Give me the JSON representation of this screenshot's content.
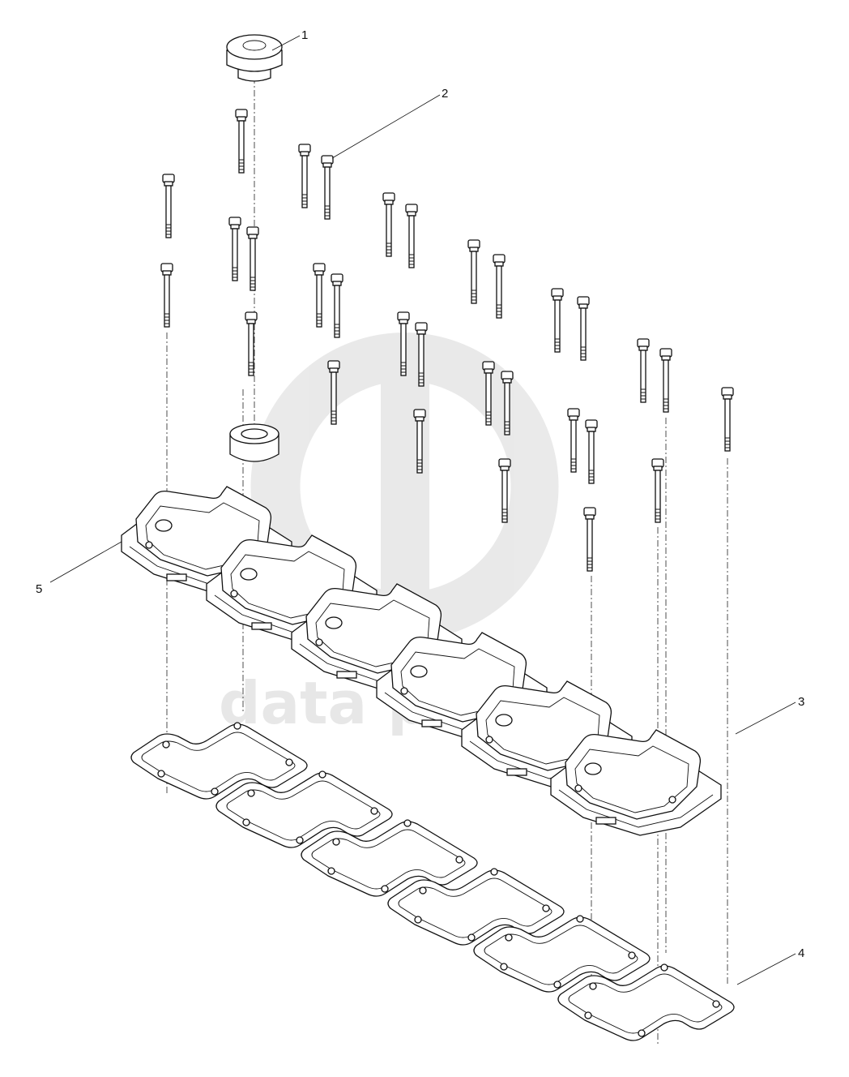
{
  "watermark": {
    "text": "data parts",
    "color": "#e0e0e0"
  },
  "callouts": [
    {
      "id": "1",
      "label": "1"
    },
    {
      "id": "2",
      "label": "2"
    },
    {
      "id": "3",
      "label": "3"
    },
    {
      "id": "4",
      "label": "4"
    },
    {
      "id": "5",
      "label": "5"
    }
  ],
  "colors": {
    "line": "#111111",
    "background": "#ffffff"
  }
}
